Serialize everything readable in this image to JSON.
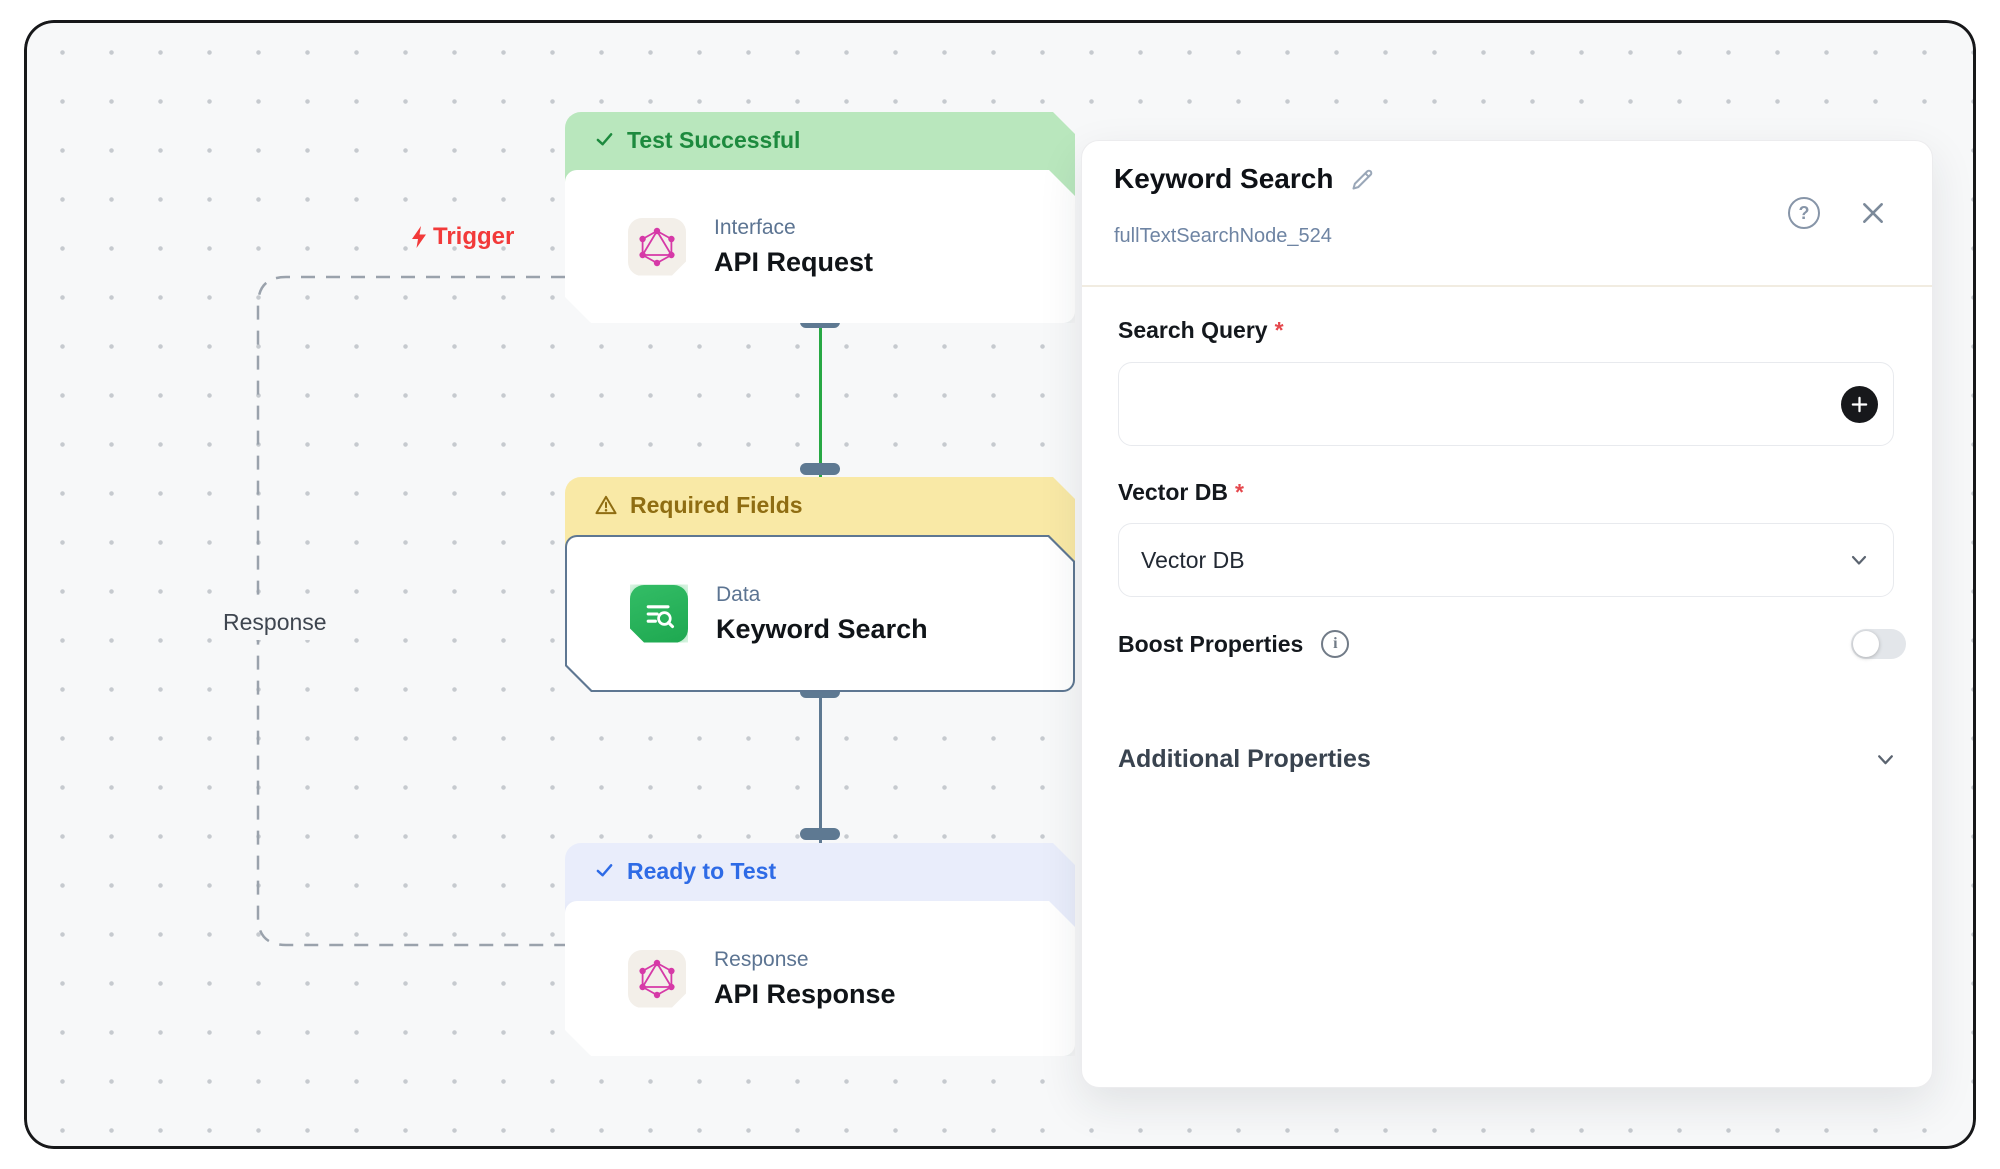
{
  "ui": {
    "required_mark": "*"
  },
  "canvas": {
    "edge_labels": {
      "trigger": "Trigger",
      "response": "Response"
    },
    "nodes": [
      {
        "status_label": "Test Successful",
        "category": "Interface",
        "title": "API Request"
      },
      {
        "status_label": "Required Fields",
        "category": "Data",
        "title": "Keyword Search"
      },
      {
        "status_label": "Ready to Test",
        "category": "Response",
        "title": "API Response"
      }
    ]
  },
  "panel": {
    "title": "Keyword Search",
    "node_id": "fullTextSearchNode_524",
    "search_query": {
      "label": "Search Query",
      "value": ""
    },
    "vector_db": {
      "label": "Vector DB",
      "selected": "Vector DB"
    },
    "boost": {
      "label": "Boost Properties",
      "enabled": false,
      "info_glyph": "i"
    },
    "additional": {
      "label": "Additional Properties"
    },
    "help_glyph": "?"
  },
  "icons": {
    "trigger": "lightning-bolt",
    "node_status_success": "checkmark",
    "node_status_warning": "warning-triangle",
    "node_status_ready": "checkmark",
    "interface_node": "graphql-logo",
    "data_node": "document-search",
    "panel_title": "pencil-edit",
    "panel_help": "question-circle",
    "panel_close": "close-x",
    "query_add": "plus-circle",
    "select_open": "chevron-down",
    "section_open": "chevron-down",
    "boost_info": "info-circle"
  },
  "colors": {
    "canvas_bg": "#f7f8f9",
    "success_bg": "#b9e7bd",
    "success_text": "#1d8a3e",
    "warning_bg": "#f9e9a6",
    "warning_text": "#8f6d12",
    "ready_bg": "#e9edfb",
    "ready_text": "#2e6be6",
    "trigger_red": "#f23a3a",
    "edge_green": "#27a844",
    "edge_slate": "#5e7992",
    "tile_green": "#27b059",
    "graphql_pink": "#d639a7"
  }
}
